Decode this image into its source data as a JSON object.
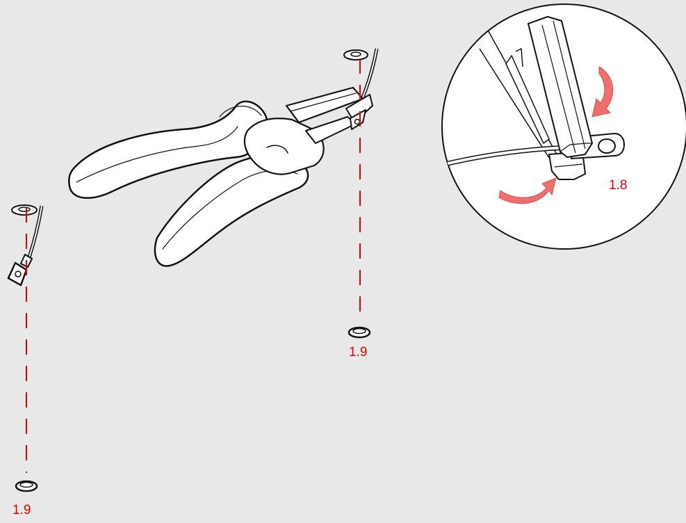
{
  "labels": {
    "detail_step": "1.8",
    "right_washer_step": "1.9",
    "left_washer_step": "1.9"
  },
  "colors": {
    "background": "#e8e8e8",
    "outline": "#111111",
    "fill": "#ffffff",
    "guide_line": "#e60000",
    "label": "#e60000",
    "arrow": "#ef6f6c"
  },
  "icons": {
    "pliers": "pliers-icon",
    "washer": "washer-icon",
    "ring_terminal": "ring-terminal-icon",
    "rotate_arrow": "curved-arrow-icon"
  }
}
